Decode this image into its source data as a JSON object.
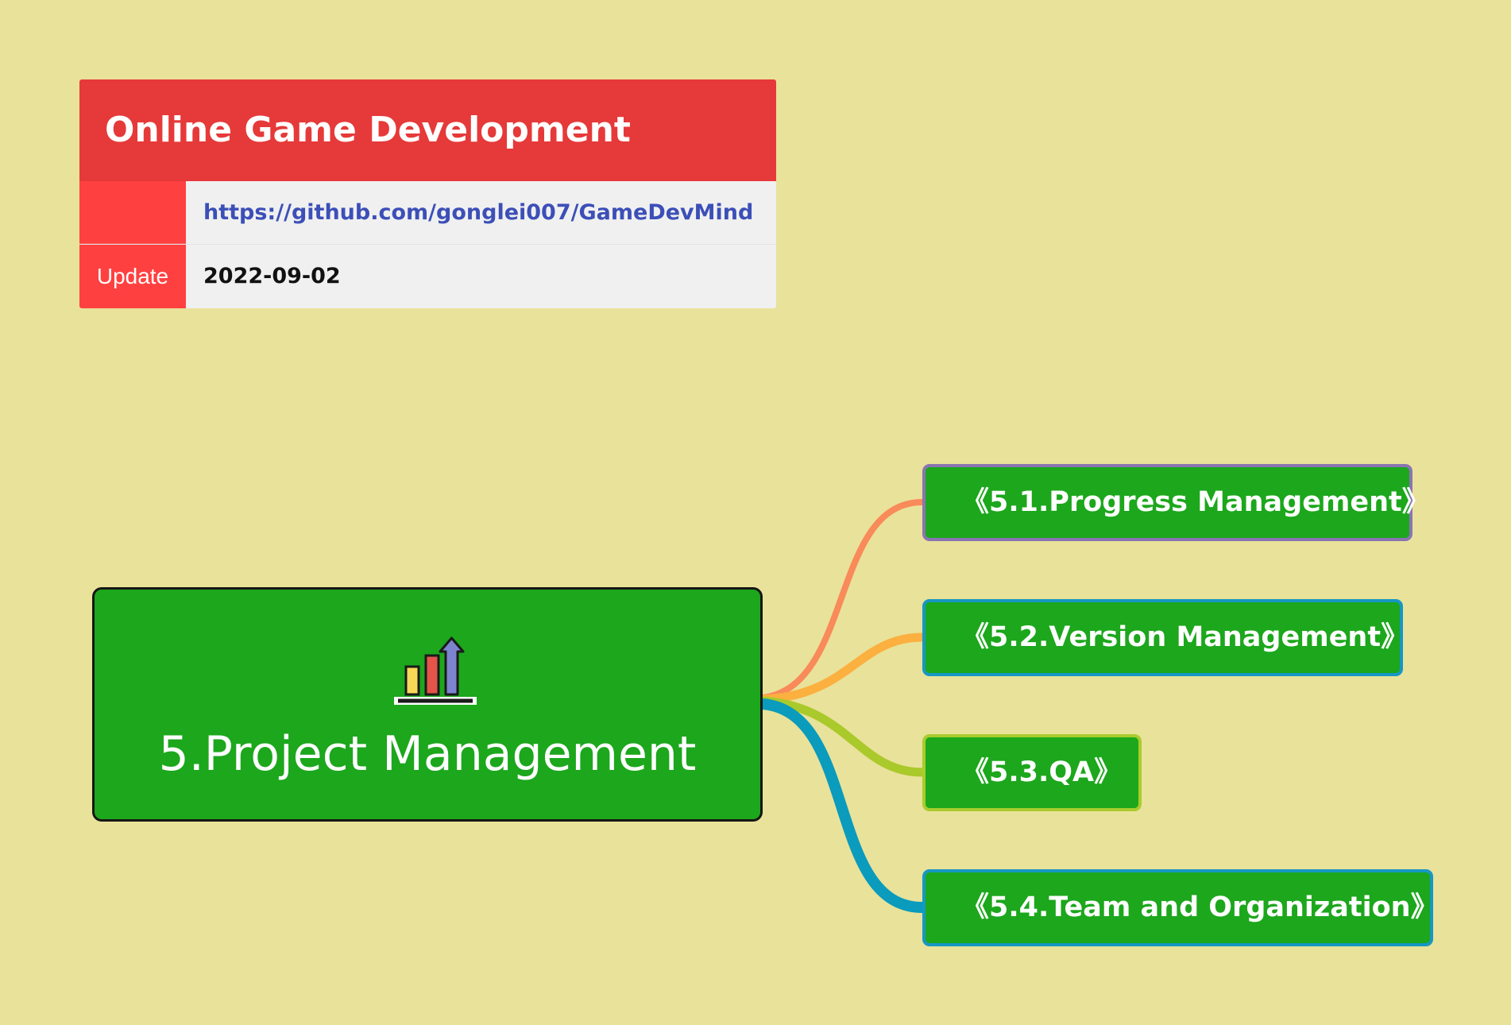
{
  "info": {
    "title": "Online Game Development",
    "rows": [
      {
        "key": "",
        "value": "https://github.com/gonglei007/GameDevMind"
      },
      {
        "key": "Update",
        "value": "2022-09-02"
      }
    ]
  },
  "central": {
    "label": "5.Project Management",
    "icon": "bar-chart-growth-icon"
  },
  "topics": [
    {
      "label": "《5.1.Progress Management》",
      "branch_color": "#f98a59"
    },
    {
      "label": "《5.2.Version Management》",
      "branch_color": "#fbb040"
    },
    {
      "label": "《5.3.QA》",
      "branch_color": "#aac92b"
    },
    {
      "label": "《5.4.Team and Organization》",
      "branch_color": "#0a9bbd"
    }
  ],
  "colors": {
    "background": "#e9e29a",
    "node_fill": "#1ca71c",
    "header_red": "#e63939",
    "link_blue": "#3c4fb8"
  }
}
